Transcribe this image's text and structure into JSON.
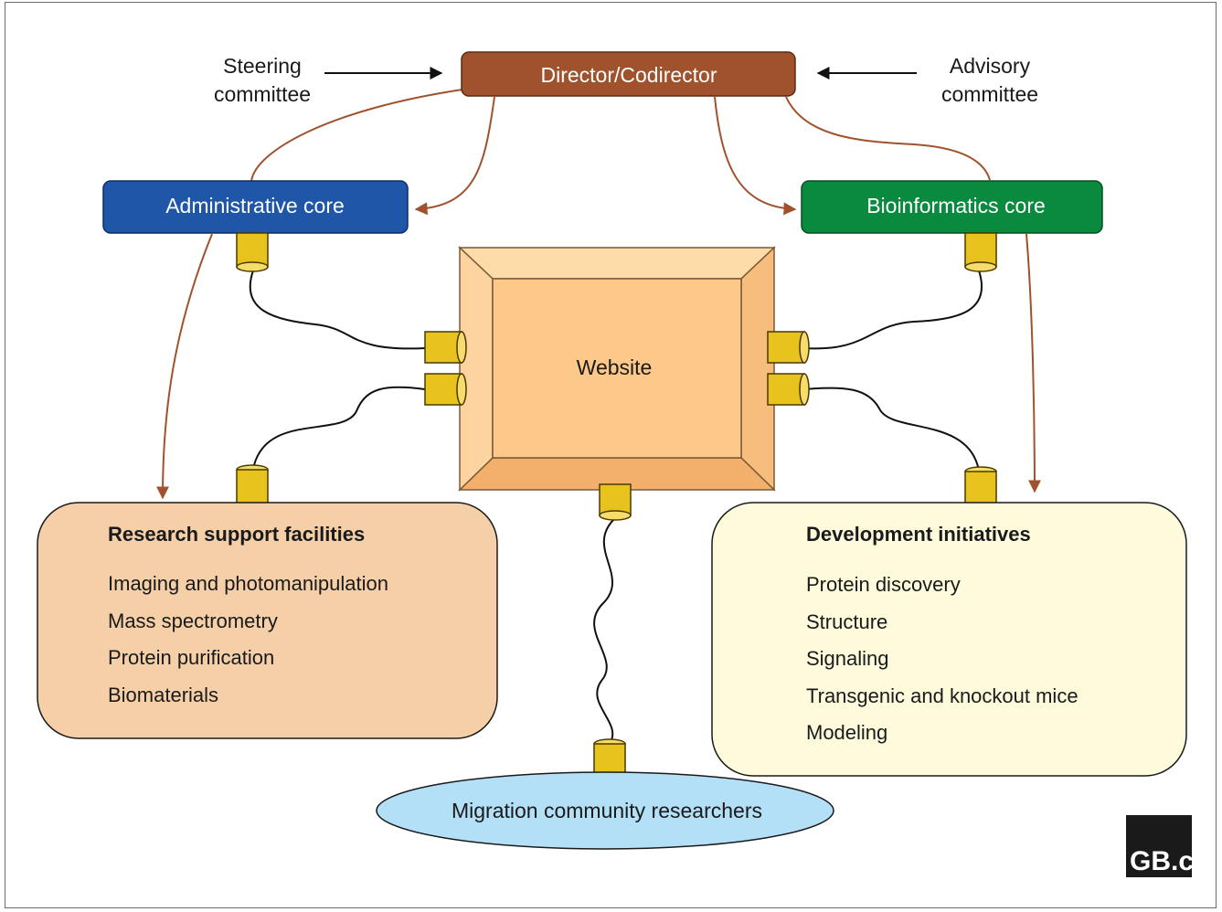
{
  "director": {
    "label": "Director/Codirector"
  },
  "steering_committee": {
    "line1": "Steering",
    "line2": "committee"
  },
  "advisory_committee": {
    "line1": "Advisory",
    "line2": "committee"
  },
  "administrative_core": {
    "label": "Administrative core"
  },
  "bioinformatics_core": {
    "label": "Bioinformatics core"
  },
  "website": {
    "label": "Website"
  },
  "research_support": {
    "title": "Research support facilities",
    "items": [
      "Imaging and photomanipulation",
      "Mass spectrometry",
      "Protein purification",
      "Biomaterials"
    ]
  },
  "development": {
    "title": "Development initiatives",
    "items": [
      "Protein discovery",
      "Structure",
      "Signaling",
      "Transgenic and knockout mice",
      "Modeling"
    ]
  },
  "community": {
    "label": "Migration community researchers"
  },
  "logo": {
    "text": "GB.c"
  },
  "colors": {
    "director": "#a0522d",
    "admin_core": "#1f56a8",
    "bioinf_core": "#0a8a3e",
    "website_face": "#fcc98a",
    "website_bevel": "#f4b775",
    "research_box": "#f5cfa8",
    "development_box": "#fefbdc",
    "community": "#b3e0f7",
    "arrow_brown": "#a0522d",
    "connector": "#e8c21d"
  }
}
